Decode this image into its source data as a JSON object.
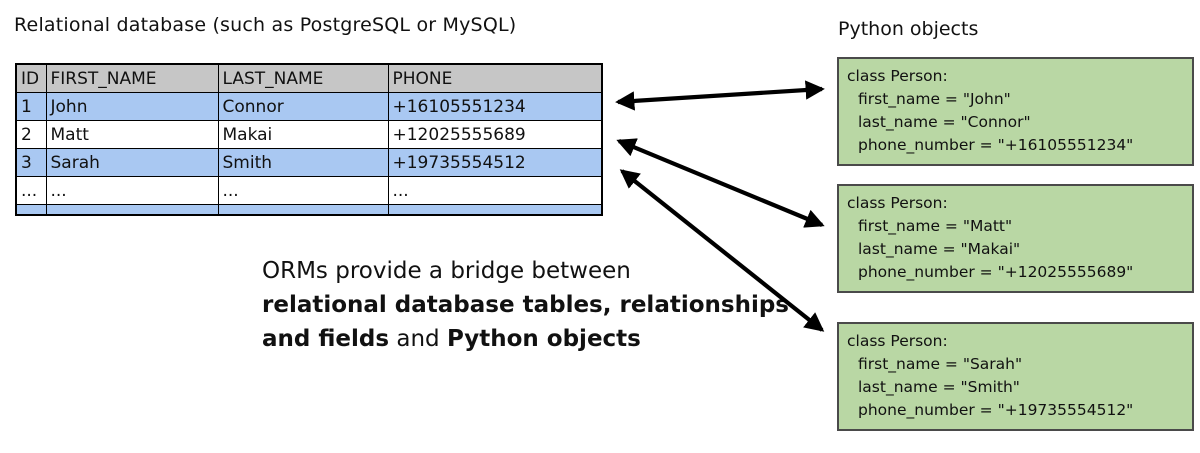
{
  "database": {
    "title": "Relational database (such as PostgreSQL or MySQL)",
    "table": {
      "headers": [
        "ID",
        "FIRST_NAME",
        "LAST_NAME",
        "PHONE"
      ],
      "rows": [
        [
          "1",
          "John",
          "Connor",
          "+16105551234"
        ],
        [
          "2",
          "Matt",
          "Makai",
          "+12025555689"
        ],
        [
          "3",
          "Sarah",
          "Smith",
          "+19735554512"
        ],
        [
          "...",
          "...",
          "...",
          "..."
        ],
        [
          "",
          "",
          "",
          ""
        ]
      ]
    }
  },
  "caption": {
    "line1": "ORMs provide a bridge between",
    "line2_bold": "relational database tables, relationships",
    "line3_bold1": "and fields",
    "line3_regular": " and ",
    "line3_bold2": "Python objects"
  },
  "python": {
    "title": "Python objects",
    "objects": [
      [
        "class Person:",
        "first_name = \"John\"",
        "last_name = \"Connor\"",
        "phone_number = \"+16105551234\""
      ],
      [
        "class Person:",
        "first_name = \"Matt\"",
        "last_name = \"Makai\"",
        "phone_number = \"+12025555689\""
      ],
      [
        "class Person:",
        "first_name = \"Sarah\"",
        "last_name = \"Smith\"",
        "phone_number = \"+19735554512\""
      ]
    ]
  },
  "colors": {
    "header-gray": "#c6c6c6",
    "row-blue": "#a9c8f2",
    "box-green": "#b9d7a4",
    "arrow-black": "#000000"
  }
}
